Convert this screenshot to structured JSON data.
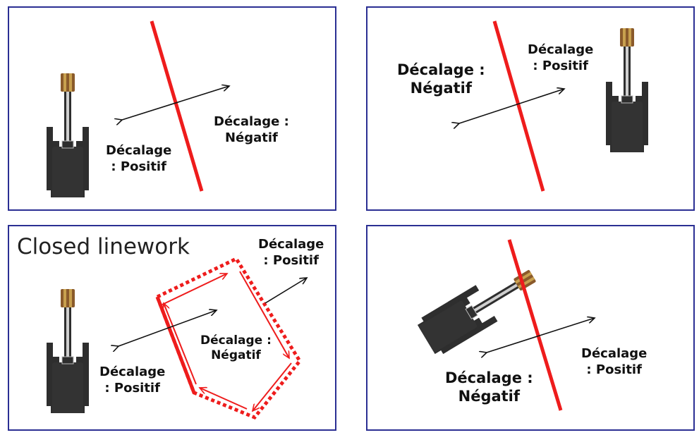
{
  "panels": [
    {
      "id": "top-left",
      "labels": [
        {
          "line1": "Décalage",
          "line2": ": Positif"
        },
        {
          "line1": "Décalage :",
          "line2": "Négatif"
        }
      ]
    },
    {
      "id": "top-right",
      "labels": [
        {
          "line1": "Décalage :",
          "line2": "Négatif"
        },
        {
          "line1": "Décalage",
          "line2": ": Positif"
        }
      ]
    },
    {
      "id": "bottom-left",
      "title": "Closed linework",
      "labels": [
        {
          "line1": "Décalage",
          "line2": ": Positif"
        },
        {
          "line1": "Décalage :",
          "line2": "Négatif"
        },
        {
          "line1": "Décalage",
          "line2": ": Positif"
        }
      ]
    },
    {
      "id": "bottom-right",
      "labels": [
        {
          "line1": "Décalage",
          "line2": ": Positif"
        },
        {
          "line1": "Décalage :",
          "line2": "Négatif"
        }
      ]
    }
  ],
  "colors": {
    "border": "#2b2f93",
    "line": "#ee1c1c",
    "machine": "#2e2e2e",
    "bucket": "#8a5a2b",
    "arrow": "#111111"
  },
  "icons": [
    "excavator-icon",
    "double-arrow-icon",
    "reference-line"
  ]
}
